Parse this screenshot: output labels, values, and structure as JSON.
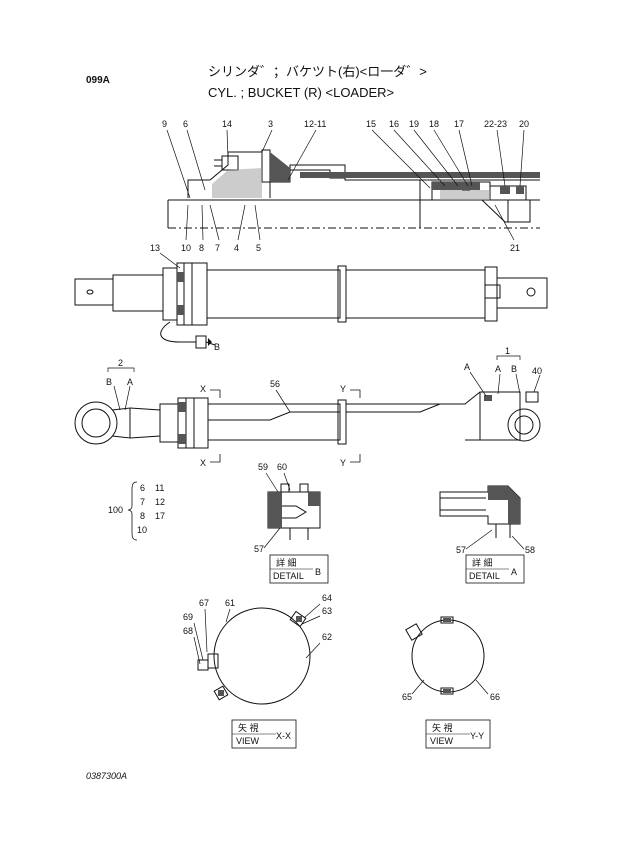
{
  "header": {
    "page_code": "099A",
    "title_jp": "シリンダ゛；バケツト(右)<ロ一ダ゛>",
    "title_en": "CYL. ; BUCKET (R) <LOADER>"
  },
  "footer": {
    "drawing_no": "0387300A"
  },
  "parts": {
    "top": [
      "9",
      "6",
      "14",
      "3",
      "12-11",
      "15",
      "16",
      "19",
      "18",
      "17",
      "22-23",
      "20"
    ],
    "bottom": [
      "10",
      "8",
      "7",
      "4",
      "5",
      "21"
    ],
    "p13": "13",
    "b_arrow": "B",
    "group2": "2",
    "group1": "1",
    "b_left": "B",
    "a_left": "A",
    "a_right": "A",
    "b_right": "B",
    "a_marker": "A",
    "p40": "40",
    "p56": "56",
    "x_top": "X",
    "x_bottom": "X",
    "y_top": "Y",
    "y_bottom": "Y",
    "kit": "100",
    "kit_items": [
      [
        "6",
        "11"
      ],
      [
        "7",
        "12"
      ],
      [
        "8",
        "17"
      ],
      [
        "10",
        ""
      ]
    ],
    "p59": "59",
    "p60": "60",
    "p57b": "57",
    "p57a": "57",
    "p58": "58",
    "p64": "64",
    "p63": "63",
    "p67": "67",
    "p61": "61",
    "p69": "69",
    "p68": "68",
    "p62": "62",
    "p65": "65",
    "p66": "66"
  },
  "labels": {
    "detail_b": {
      "jp": "詳 細",
      "en": "DETAIL",
      "key": "B"
    },
    "detail_a": {
      "jp": "詳 細",
      "en": "DETAIL",
      "key": "A"
    },
    "view_x": {
      "jp": "矢 視",
      "en": "VIEW",
      "key": "X-X"
    },
    "view_y": {
      "jp": "矢 視",
      "en": "VIEW",
      "key": "Y-Y"
    }
  }
}
